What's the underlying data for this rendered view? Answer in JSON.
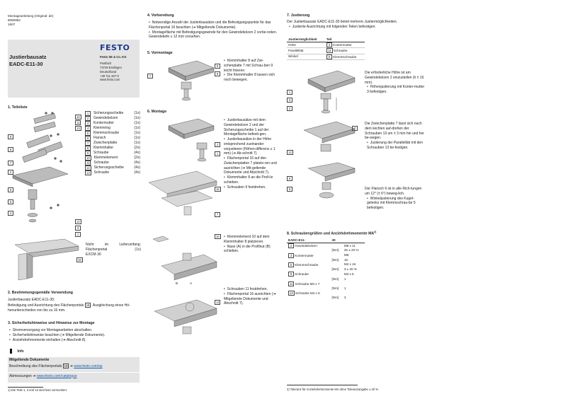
{
  "meta": {
    "line1": "Montageanleitung (Original: de)",
    "line2": "8060962",
    "line3": "1607"
  },
  "brand": "FESTO",
  "title": {
    "line1": "Justierbausatz",
    "line2": "EADC-E11-30"
  },
  "company": {
    "name": "Festo SE & Co. KG",
    "addr": [
      "Postfach",
      "73726 Esslingen",
      "Deutschland",
      "+49 711 347-0",
      "www.festo.com"
    ]
  },
  "s1": {
    "heading": "1. Teileliste",
    "parts": [
      {
        "no": "1",
        "name": "Sicherungsscheibe",
        "qty": "(1x)"
      },
      {
        "no": "2",
        "name": "Gewindebolzen",
        "qty": "(1x)"
      },
      {
        "no": "3",
        "name": "Kontermutter",
        "qty": "(1x)"
      },
      {
        "no": "4",
        "name": "Klemmring",
        "qty": "(1x)"
      },
      {
        "no": "5",
        "name": "Klemmschraube",
        "qty": "(1x)"
      },
      {
        "no": "6",
        "name": "Flansch",
        "qty": "(1x)"
      },
      {
        "no": "7",
        "name": "Zwischenplatte",
        "qty": "(1x)"
      },
      {
        "no": "8",
        "name": "Klemmhalter",
        "qty": "(2x)"
      },
      {
        "no": "9",
        "name": "Schraube",
        "qty": "(4x)"
      },
      {
        "no": "10",
        "name": "Klemmelement",
        "qty": "(2x)"
      },
      {
        "no": "11",
        "name": "Schraube",
        "qty": "(4x)"
      },
      {
        "no": "12",
        "name": "Sicherungsscheibe",
        "qty": "(4x)"
      },
      {
        "no": "13",
        "name": "Schraube",
        "qty": "(4x)"
      }
    ],
    "notdelivered": "Nicht im Lieferumfang: Flächenportal (1x) EXCM-30",
    "notdelivered_a": "Nicht",
    "notdelivered_b": "im",
    "notdelivered_c": "Lieferumfang:",
    "notdelivered_d": "Flächenportal",
    "notdelivered_e": "(1x)",
    "notdelivered_f": "EXCM-30"
  },
  "s2": {
    "heading": "2. Bestimmungsgemäße Verwendung",
    "p1": "Justierbausatz EADC-E11-30:",
    "p2": "Befestigung und Ausrichtung des Flächenportals",
    "p2b": "16",
    "p2c": ". Ausgleichung eines Hö-",
    "p3": "henunterschiedes von bis zu 16 mm."
  },
  "s3": {
    "heading": "3. Sicherheitshinweise und Hinweise zur Montage",
    "items": [
      "Stromversorgung vor Montagearbeiten abschalten.",
      "Sicherheitshinweise beachten (➔ Mitgeltende Dokumente).",
      "Anziehdrehmomente einhalten (➔ Abschnitt 8)."
    ]
  },
  "info": {
    "label": "Info",
    "title": "Mitgeltende Dokumente",
    "line1": "Beschreibung des Flächenportals",
    "line1box": "16",
    "line1b": "➔",
    "line1link": "www.festo.com/sp",
    "line2": "Abmessungen ➔",
    "line2link": "www.festo.com/catalogue"
  },
  "fn1": "1) Die Teile 1, 3 und 12 sind lose vormontiert.",
  "s4": {
    "heading": "4. Vorbereitung",
    "items": [
      "Notwendige Anzahl der Justierbausätze und die Befestigungspunkte für das Flächenportal 16 beachten (➔ Mitgeltende Dokumente).",
      "Montagefläche mit Befestigungsgewinde für den Gewindebolzen 2 vorbe-reiten. Gewindetiefe ≥ 12 mm vorsehen."
    ]
  },
  "s5": {
    "heading": "5. Vormontage",
    "items": [
      "Klemmhalter 8 auf Zwi-schenplatte 7 mit Schrau-ben 9 leicht fixieren.",
      "Die Klemmhalter 8 lassen sich noch bewegen."
    ]
  },
  "s6": {
    "heading": "6. Montage",
    "block1": [
      "Justierbausätze mit dem Gewindebolzen 2 und der Sicherungsscheibe 1 auf der Montagefläche befesti-gen.",
      "Justierbausätze in der Höhe entsprechend zueinander vorjustieren (Höhen-differenz ≤ 1 mm) (➔ Ab-schnitt 7).",
      "Flächenportal 16 auf den Zwischenplatten 7 platzie-ren und ausrichten (➔ Mit-geltende Dokumente und Abschnitt 7).",
      "Klemmhalter 8 an die Profi-le schieben.",
      "Schrauben 9 festdrehen."
    ],
    "block2": [
      "Klemmelement 10 auf dem Klemmhalter 8 platzieren.",
      "Nase (A) in die Profilnut (B) schieben."
    ],
    "block3": [
      "Schrauben 11 festdrehen.",
      "Flächenportal 16 ausrichten (➔ Mitgeltende Dokumente und Abschnitt 7)."
    ],
    "labelA": "A",
    "labelB": "B"
  },
  "s7": {
    "heading": "7. Justierung",
    "intro": "Der Justierbausatz EADC-E11-30 bietet mehrere Justiermöglichkeiten.",
    "bullet": "Justierte Ausrichtung mit folgenden Teilen befestigen.",
    "table_headers": [
      "Justiermöglichkeit",
      "Teil"
    ],
    "table_rows": [
      [
        "Höhe",
        "3",
        "Kontermutter"
      ],
      [
        "Parallelität",
        "13",
        "Schraube"
      ],
      [
        "Winkel",
        "5",
        "Klemmschraube"
      ]
    ],
    "p1": [
      "Die erforderliche Höhe ist am Gewindebolzen 2 einzustellen (h ± 16 mm).",
      "Höhenjustierung mit Konter-mutter 3 befestigen."
    ],
    "p2": [
      "Die Zwischenplatte 7 lässt sich nach dem leichten auf-drehen der Schrauben 13 um ± 3 mm hin und her be-wegen.",
      "Justierung der Parallelität mit den Schrauben 13 be-festigen."
    ],
    "p3": [
      "Der Flansch 6 ist in alle Rich-tungen um 12° (± 6°) beweg-lich.",
      "Winkeljustierung des Kugel-gelenks mit Klemmschrau-be 5 befestigen."
    ]
  },
  "s8": {
    "heading": "8. Schraubengrößen und Anziehdrehmomente MA",
    "sup": "2)",
    "col1": "EADC-E11-",
    "col2": "30",
    "rows": [
      {
        "no": "2",
        "name": "Gewindebolzen",
        "val": "M8 x 11",
        "unit": ""
      },
      {
        "no": "",
        "name": "",
        "val": "25 ± 20 %",
        "unit": "[Nm]"
      },
      {
        "no": "3",
        "name": "Kontermutter",
        "val": "M8",
        "unit": ""
      },
      {
        "no": "",
        "name": "",
        "val": "18",
        "unit": "[Nm]"
      },
      {
        "no": "5",
        "name": "Klemmschraube",
        "val": "M4 x 16",
        "unit": ""
      },
      {
        "no": "",
        "name": "",
        "val": "3 ± 20 %",
        "unit": "[Nm]"
      },
      {
        "no": "9",
        "name": "Schraube",
        "val": "M3 x 6",
        "unit": ""
      },
      {
        "no": "",
        "name": "",
        "val": "1",
        "unit": "[Nm]"
      },
      {
        "no": "11",
        "name": "Schraube M3 x 7",
        "val": "",
        "unit": ""
      },
      {
        "no": "",
        "name": "",
        "val": "1",
        "unit": "[Nm]"
      },
      {
        "no": "13",
        "name": "Schraube M4 x 8",
        "val": "",
        "unit": ""
      },
      {
        "no": "",
        "name": "",
        "val": "3",
        "unit": "[Nm]"
      }
    ]
  },
  "fn2": "2) Toleranz für Anziehdrehmomente MA ohne Toleranzangabe ± 20 %.",
  "colors": {
    "brand": "#1a3a8f",
    "gray": "#e4e4e4",
    "link": "#1a5fa8"
  },
  "icons": [
    "info-icon"
  ]
}
